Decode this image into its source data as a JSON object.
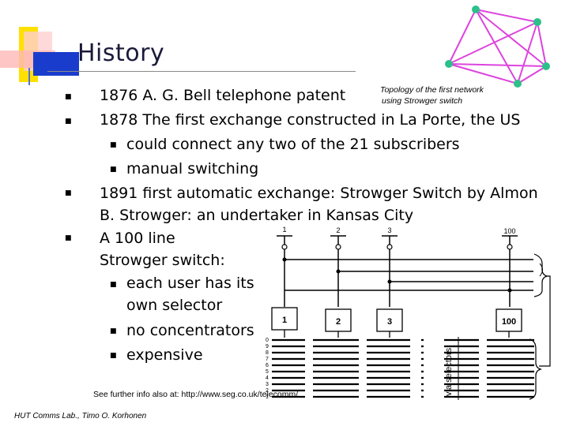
{
  "title": "History",
  "bullets": [
    "1876 A. G. Bell telephone patent",
    "1878 The first exchange constructed in La Porte, the US",
    "could connect any two of the 21 subscribers",
    "manual switching",
    "1891 first automatic exchange: Strowger Switch by Almon",
    "B. Strowger: an undertaker in Kansas City",
    "A 100 line",
    "Strowger switch:",
    "each user has its",
    "own selector",
    "no concentrators",
    "expensive"
  ],
  "topology_caption": [
    "Topology of the first network",
    "using Strowger switch"
  ],
  "diagram": {
    "top_numbers": [
      "1",
      "2",
      "3",
      "100"
    ],
    "box_labels": [
      "1",
      "2",
      "3",
      "100"
    ],
    "levels": [
      "0",
      "9",
      "8",
      "7",
      "6",
      "5",
      "4",
      "3",
      "2",
      "1"
    ],
    "side_label": "via selectors"
  },
  "url": "See further info also at: http://www.seg.co.uk/telecomm/",
  "footer": "HUT Comms Lab., Timo O. Korhonen",
  "colors": {
    "topology_edges": "#dd44dd",
    "topology_nodes": "#2ec08a",
    "deco_yellow": "#ffe000",
    "deco_blue": "#1a3ccc"
  }
}
